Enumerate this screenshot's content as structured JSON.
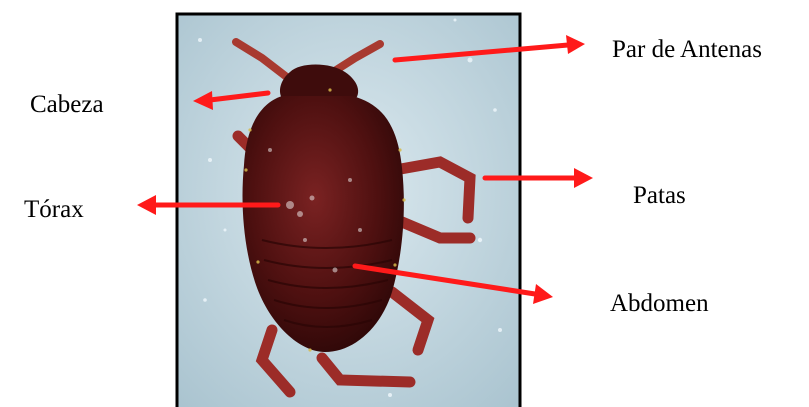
{
  "labels": {
    "par_de_antenas": "Par de Antenas",
    "cabeza": "Cabeza",
    "torax": "Tórax",
    "patas": "Patas",
    "abdomen": "Abdomen"
  },
  "colors": {
    "arrow": "#ff1a1a",
    "frame": "#000000",
    "photo_background": "#c9dde6",
    "insect_body": "#5a1414",
    "insect_legs": "#9c2c28"
  }
}
